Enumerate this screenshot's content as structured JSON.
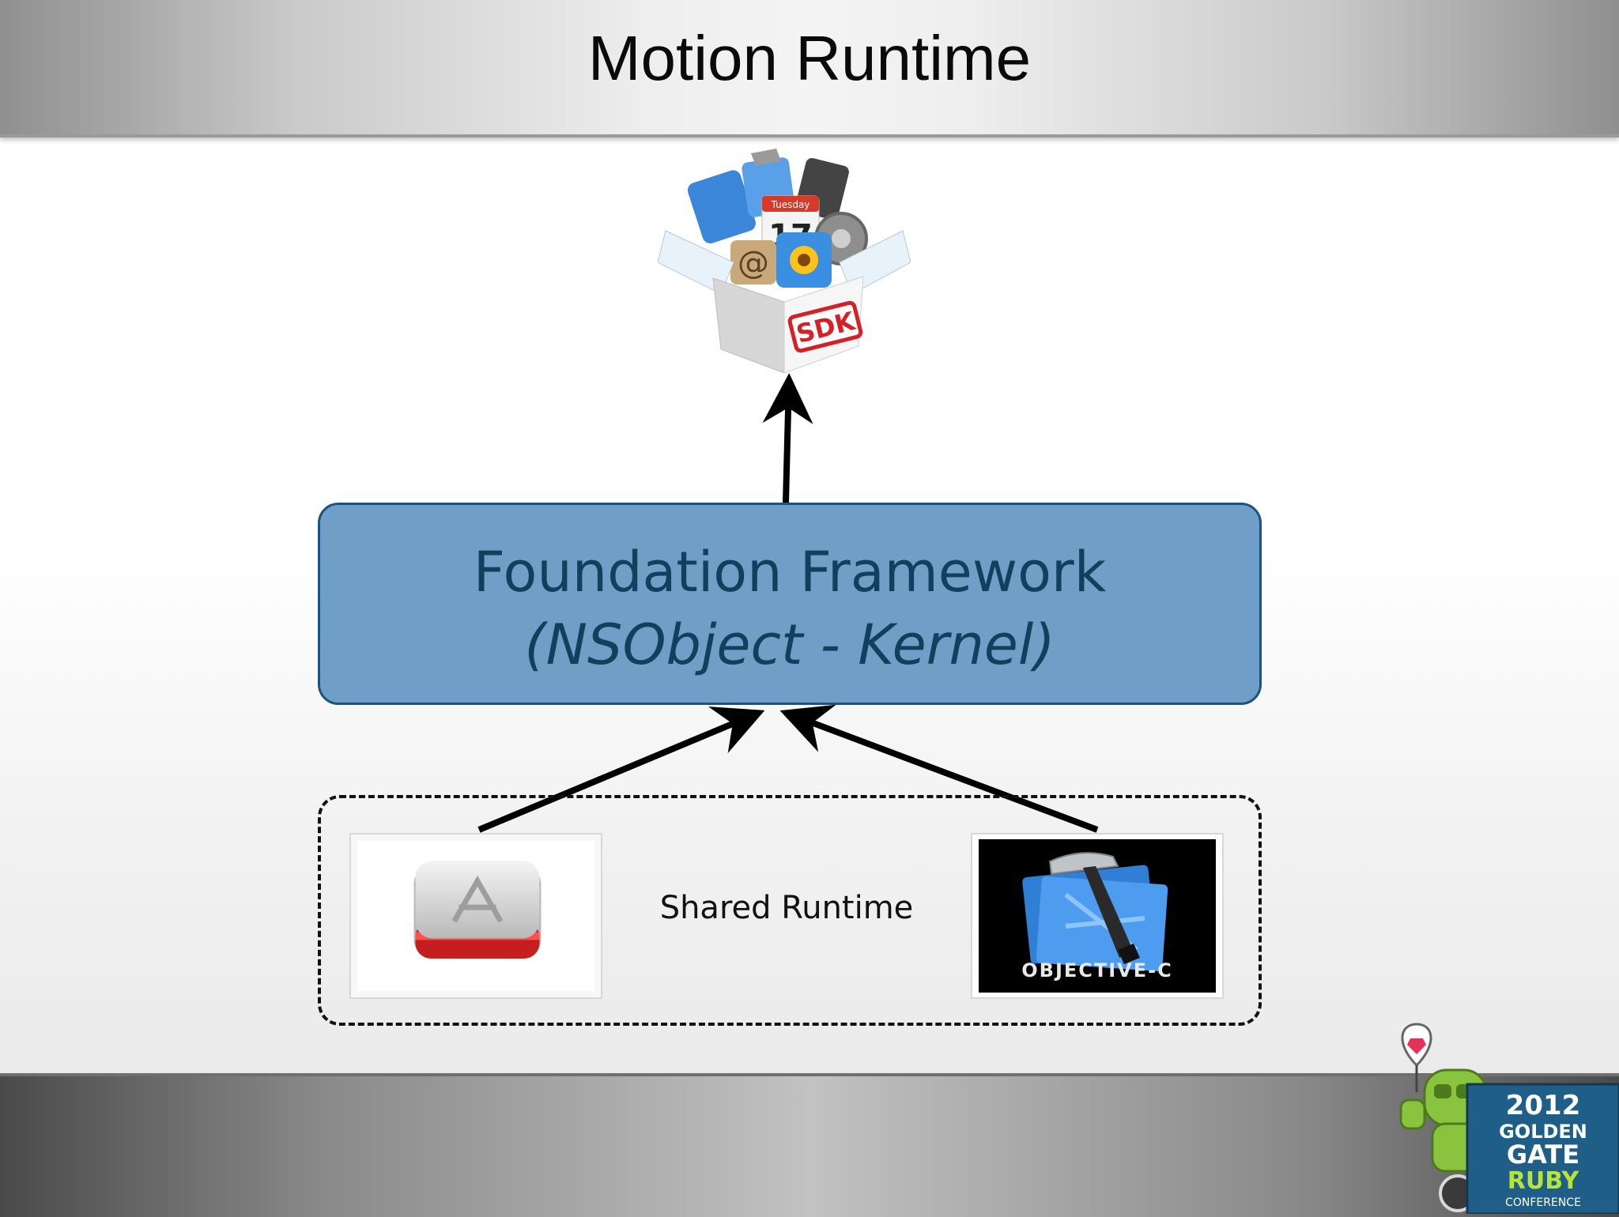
{
  "slide": {
    "title": "Motion Runtime"
  },
  "sdk": {
    "box_label": "SDK",
    "calendar_day": "Tuesday",
    "calendar_date": "17",
    "mail_glyph": "@",
    "icon": "sdk-box-icon"
  },
  "foundation": {
    "title": "Foundation Framework",
    "subtitle": "(NSObject - Kernel)"
  },
  "runtime": {
    "label": "Shared Runtime",
    "app_store_icon": "app-store-icon",
    "objc": {
      "label": "OBJECTIVE-C",
      "icon": "xcode-hammer-icon"
    }
  },
  "logo": {
    "line1": "2012",
    "line2": "GOLDEN",
    "line3": "GATE",
    "line4": "RUBY",
    "line5": "CONFERENCE"
  },
  "colors": {
    "foundation_fill": "#6f9ec6",
    "foundation_border": "#1c5282",
    "foundation_text": "#123f5c",
    "sdk_red": "#d42026",
    "objc_blue": "#2f7fd6"
  }
}
